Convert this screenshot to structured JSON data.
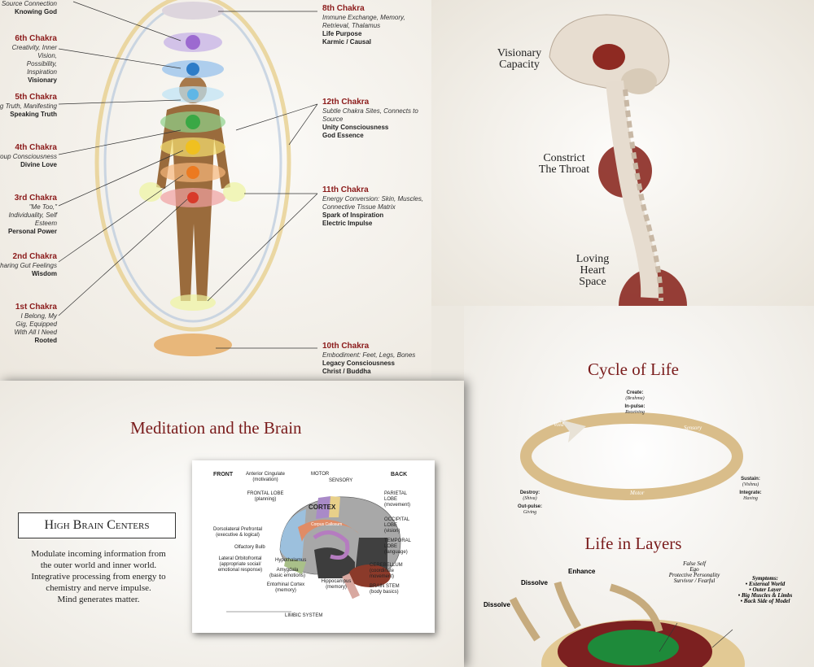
{
  "chakra_chart": {
    "left": [
      {
        "title": "",
        "desc": "Source Connection",
        "summary": "Knowing God"
      },
      {
        "title": "6th Chakra",
        "desc": "Creativity, Inner Vision, Possibility, Inspiration",
        "summary": "Visionary"
      },
      {
        "title": "5th Chakra",
        "desc": "Speaking Truth, Manifesting",
        "summary": "Speaking Truth"
      },
      {
        "title": "4th Chakra",
        "desc": "Group Consciousness",
        "summary": "Divine Love"
      },
      {
        "title": "3rd Chakra",
        "desc": "\"Me Too,\" Individuality, Self Esteem",
        "summary": "Personal Power"
      },
      {
        "title": "2nd Chakra",
        "desc": "Sharing Gut Feelings",
        "summary": "Wisdom"
      },
      {
        "title": "1st Chakra",
        "desc": "I Belong, My Gig, Equipped With All I Need",
        "summary": "Rooted"
      }
    ],
    "right": [
      {
        "title": "8th Chakra",
        "desc": "Immune Exchange, Memory, Retrieval, Thalamus",
        "summary": "Life Purpose",
        "summary2": "Karmic / Causal"
      },
      {
        "title": "12th Chakra",
        "desc": "Subtle Chakra Sites, Connects to Source",
        "summary": "Unity Consciousness",
        "summary2": "God Essence"
      },
      {
        "title": "11th Chakra",
        "desc": "Energy Conversion: Skin, Muscles, Connective Tissue Matrix",
        "summary": "Spark of Inspiration",
        "summary2": "Electric Impulse"
      },
      {
        "title": "10th Chakra",
        "desc": "Embodiment: Feet, Legs, Bones",
        "summary": "Legacy Consciousness",
        "summary2": "Christ / Buddha"
      }
    ]
  },
  "spine_panel": {
    "labels": [
      "Visionary Capacity",
      "Constrict The Throat",
      "Loving Heart Space"
    ]
  },
  "cycle": {
    "title": "Cycle of Life",
    "create": "Create:",
    "create_sub": "(Brahma)",
    "inpulse": "In-pulse:",
    "inpulse_sub": "Receiving",
    "sustain": "Sustain:",
    "sustain_sub": "(Vishnu)",
    "integrate": "Integrate:",
    "integrate_sub": "Having",
    "destroy": "Destroy:",
    "destroy_sub": "(Shiva)",
    "outpulse": "Out-pulse:",
    "outpulse_sub": "Giving",
    "arc_void": "Void",
    "arc_sensory": "Sensory",
    "arc_motor": "Motor"
  },
  "layers": {
    "title": "Life in Layers",
    "enhance": "Enhance",
    "dissolve1": "Dissolve",
    "dissolve2": "Dissolve",
    "false_self": "False Self",
    "ego": "Ego",
    "protective": "Protective Personality",
    "survivor": "Survivor / Fearful",
    "symptoms": "Symptoms:",
    "sym_items": [
      "• External World",
      "• Outer Layer",
      "• Big Muscles & Limbs",
      "• Back Side of Model"
    ]
  },
  "meditation": {
    "title": "Meditation and the Brain",
    "box_title": "High Brain Centers",
    "body": [
      "Modulate incoming information from",
      "the outer world and inner world.",
      "Integrative processing from energy to",
      "chemistry and nerve impulse.",
      "Mind generates matter."
    ],
    "diagram": {
      "front": "FRONT",
      "back": "BACK",
      "motor": "MOTOR",
      "sensory": "SENSORY",
      "cortex": "CORTEX",
      "corpus": "Corpus Callosum",
      "anterior": "Anterior Cingulate",
      "anterior_sub": "(motivation)",
      "frontal": "FRONTAL LOBE",
      "frontal_sub": "(planning)",
      "dorso": "Dorsolateral Prefrontal",
      "dorso_sub": "(executive & logical)",
      "olfactory": "Olfactory Bulb",
      "lateral": "Lateral Orbitofrontal",
      "lateral_sub": "(appropriate social/",
      "lateral_sub2": "emotional response)",
      "hypo": "Hypothalamus",
      "amyg": "Amygdala",
      "amyg_sub": "(basic emotions)",
      "ento": "Entorhinal Cortex",
      "ento_sub": "(memory)",
      "hippo": "Hippocampus",
      "hippo_sub": "(memory)",
      "parietal": "PARIETAL LOBE",
      "parietal_sub": "(movement)",
      "occipital": "OCCIPITAL LOBE",
      "occipital_sub": "(vision)",
      "temporal": "TEMPORAL LOBE",
      "temporal_sub": "(language)",
      "cereb": "CEREBELLUM",
      "cereb_sub": "(coordinate movement)",
      "stem": "BRAIN STEM",
      "stem_sub": "(body basics)",
      "limbic": "LIMBIC SYSTEM"
    }
  },
  "colors": {
    "title_red": "#7a1c1c",
    "gold": "#d9bd8a",
    "green": "#1e8a3a",
    "maroon": "#7c2020"
  }
}
